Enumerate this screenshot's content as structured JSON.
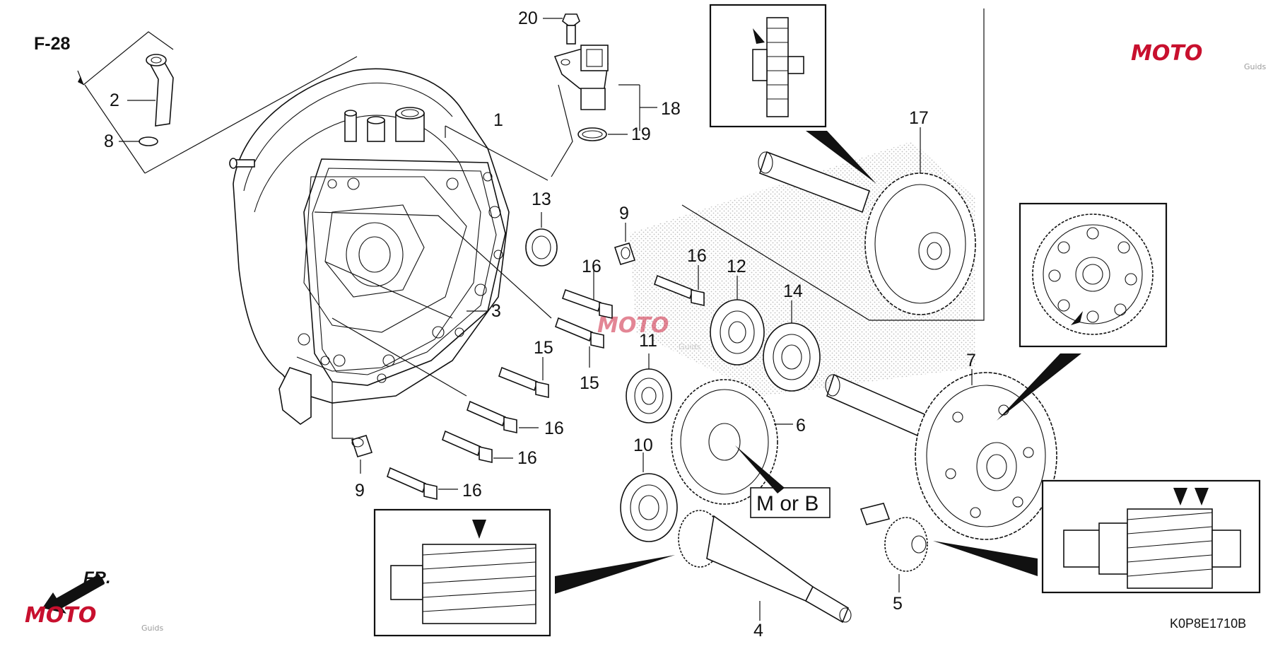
{
  "reference": "F-28",
  "diagram_code": "K0P8E1710B",
  "marking_label": "M or B",
  "front_label": "FR.",
  "watermark": {
    "brand": "MOTO",
    "sub": "Guids",
    "color_accent": "#c8102e",
    "color_gray": "#9a9a9a"
  },
  "callouts": {
    "c1": "1",
    "c2": "2",
    "c3": "3",
    "c4": "4",
    "c5": "5",
    "c6": "6",
    "c7": "7",
    "c8": "8",
    "c9a": "9",
    "c9b": "9",
    "c10": "10",
    "c11": "11",
    "c12": "12",
    "c13": "13",
    "c14": "14",
    "c15a": "15",
    "c15b": "15",
    "c16a": "16",
    "c16b": "16",
    "c16c": "16",
    "c16d": "16",
    "c16e": "16",
    "c16f": "16",
    "c17": "17",
    "c18": "18",
    "c19": "19",
    "c20": "20"
  }
}
